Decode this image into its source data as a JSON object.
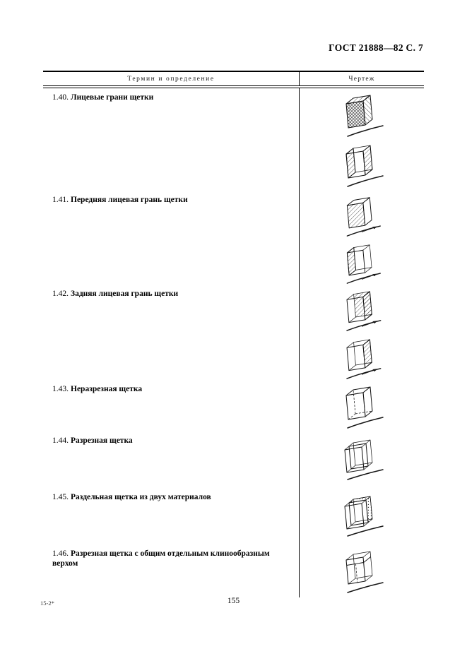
{
  "header": {
    "doc_ref": "ГОСТ 21888—82 С. 7"
  },
  "table": {
    "columns": {
      "term": "Термин и определение",
      "drawing": "Чертеж"
    },
    "rows": [
      {
        "num": "1.40.",
        "term": "Лицевые грани щетки",
        "figures": [
          "brush-box-face-sides-cross-hatched-over-commutator-arc",
          "brush-box-wireframe-both-face-sides-hatched-over-commutator-arc"
        ]
      },
      {
        "num": "1.41.",
        "term": "Передняя лицевая грань щетки",
        "figures": [
          "brush-box-front-face-hatched-with-rotation-arrow",
          "brush-box-wireframe-front-side-hatched-with-rotation-arrow"
        ]
      },
      {
        "num": "1.42.",
        "term": "Задняя лицевая грань щетки",
        "figures": [
          "brush-box-rear-face-hatched-with-rotation-arrow",
          "brush-box-wireframe-rear-side-hatched-with-rotation-arrow"
        ]
      },
      {
        "num": "1.43.",
        "term": "Неразрезная щетка",
        "figures": [
          "one-piece-brush-box-with-hidden-dashed-edges-over-commutator-arc"
        ]
      },
      {
        "num": "1.44.",
        "term": "Разрезная щетка",
        "figures": [
          "split-brush-two-plates-over-commutator-arc"
        ]
      },
      {
        "num": "1.45.",
        "term": "Раздельная щетка из двух материалов",
        "figures": [
          "separate-brush-two-materials-dotted-plate-over-commutator-arc"
        ]
      },
      {
        "num": "1.46.",
        "term": "Разрезная щетка с общим отдельным клинообразным верхом",
        "figures": [
          "split-brush-with-common-wedge-shaped-top-over-commutator-arc"
        ]
      }
    ]
  },
  "footer": {
    "signature": "15-2*",
    "page_number": "155"
  },
  "colors": {
    "ink": "#000000",
    "paper": "#ffffff"
  }
}
